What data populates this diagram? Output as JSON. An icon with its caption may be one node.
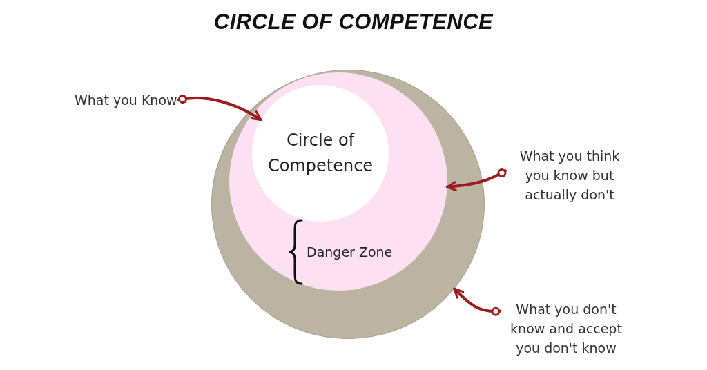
{
  "diagram": {
    "title": "CIRCLE OF COMPETENCE",
    "nodes": [
      {
        "text": [],
        "shape": "circle"
      },
      {
        "text": [
          "Danger Zone"
        ],
        "in": 0
      },
      {
        "text": [
          "Circle of Competence"
        ],
        "in": 1
      },
      {
        "text": [
          "What you Know"
        ]
      },
      {
        "text": [
          "What you think you know but actually don't"
        ]
      },
      {
        "text": [
          "What you don't know and accept you don't know"
        ]
      }
    ],
    "edges": [
      {
        "from": 3,
        "to": 2,
        "arrow": "to"
      },
      {
        "from": 4,
        "to": 1,
        "arrow": "to"
      },
      {
        "from": 5,
        "to": 0,
        "arrow": "to"
      }
    ]
  }
}
